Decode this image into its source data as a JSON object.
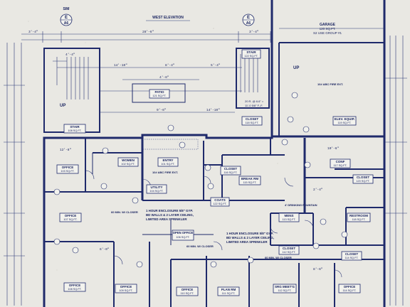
{
  "elevation_title": "WEST ELEVATION",
  "markers": [
    {
      "top": "E",
      "bottom": "A6"
    },
    {
      "top": "E",
      "bottom": "A6"
    }
  ],
  "left_marker": "SIM",
  "rooms": [
    {
      "name": "GARAGE",
      "sub": "120 SQ.FT.",
      "extra": "S2 USE GROUP #1"
    },
    {
      "name": "STAIR",
      "sub": "122 SQ.FT."
    },
    {
      "name": "STAIR",
      "sub": "108 SQ.FT."
    },
    {
      "name": "PATIO",
      "sub": "121 SQ.FT."
    },
    {
      "name": "CLOSET",
      "sub": "118 SQ.FT."
    },
    {
      "name": "ELEV. EQUIP.",
      "sub": "119 SQ.FT."
    },
    {
      "name": "OFFICE",
      "sub": "103 SQ.FT."
    },
    {
      "name": "WOMEN",
      "sub": "102 SQ.FT."
    },
    {
      "name": "ENTRY",
      "sub": "101 SQ.FT."
    },
    {
      "name": "CLOSET",
      "sub": "116 SQ.FT."
    },
    {
      "name": "BREAK RM",
      "sub": "115 SQ.FT."
    },
    {
      "name": "CONF",
      "sub": "117 SQ.FT."
    },
    {
      "name": "CLOSET",
      "sub": "120 SQ.FT."
    },
    {
      "name": "UTILITY",
      "sub": "104 SQ.FT."
    },
    {
      "name": "COATS",
      "sub": "122 SQ.FT."
    },
    {
      "name": "OFFICE",
      "sub": "107 SQ.FT."
    },
    {
      "name": "OPEN OFFICE",
      "sub": "106 SQ.FT."
    },
    {
      "name": "MENS",
      "sub": "113 SQ.FT."
    },
    {
      "name": "RESTROOM",
      "sub": "118 SQ.FT."
    },
    {
      "name": "CLOSET",
      "sub": "112 SQ.FT."
    },
    {
      "name": "CLOSET",
      "sub": "114 SQ.FT."
    },
    {
      "name": "OFFICE",
      "sub": "108 SQ.FT."
    },
    {
      "name": "OFFICE",
      "sub": "109 SQ.FT."
    },
    {
      "name": "OFFICE",
      "sub": "110 SQ.FT."
    },
    {
      "name": "PLAN RM",
      "sub": "111 SQ.FT."
    },
    {
      "name": "SRG MEET'G",
      "sub": "112 SQ.FT."
    },
    {
      "name": "OFFICE",
      "sub": "114 SQ.FT."
    }
  ],
  "notes": {
    "fire_ext_1": "10# ABC FIRE EXT.",
    "fire_ext_2": "10# ABC FIRE EXT.",
    "enclosure_1": [
      "1 HOUR ENCLOSURE 5/8\" GYP.",
      "BD WALLS & 2 LAYER CEILING,",
      "LIMITED AREA SPRINKLER"
    ],
    "enclosure_2": [
      "1 HOUR ENCLOSURE 5/8\" GYP.",
      "BD WALLS & 2 LAYER CEILING,",
      "LIMITED AREA SPRINKLER"
    ],
    "closer_1": "60 MIN. W/ CLOSER",
    "closer_2": "60 MIN. W/ CLOSER",
    "closer_3": "60 MIN. W/ CLOSER",
    "drinking": "4' DRINKING FOUNTAIN",
    "up_1": "UP",
    "up_2": "UP",
    "stair_note_1": "20 R. @ 6.6\" =",
    "stair_note_2": "11'-0 5/8\" F.-F."
  },
  "dims": [
    "3'-4\"",
    "28'-6\"",
    "3'-4\"",
    "4'-4\"",
    "14'-10\"",
    "8'-4\"",
    "5'-4\"",
    "4'-6\"",
    "9'-6\"",
    "14'-10\"",
    "12'-8\"",
    "10'-6\"",
    "2'-4\"",
    "6'-0\"",
    "8'-6\""
  ]
}
